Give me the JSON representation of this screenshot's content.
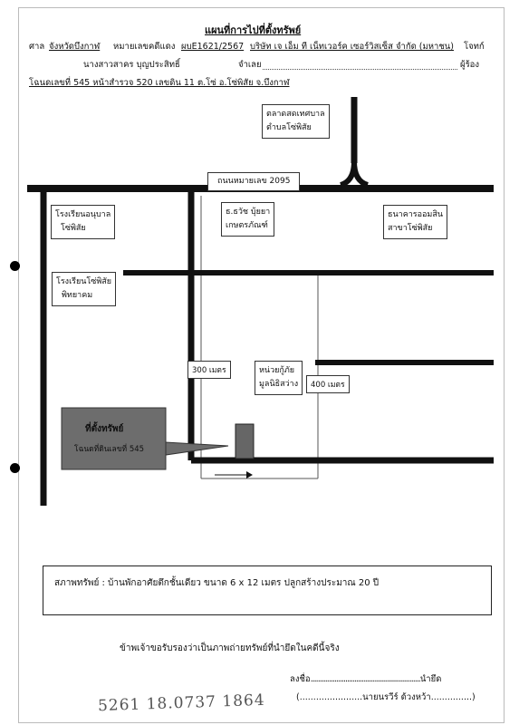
{
  "header": {
    "title": "แผนที่การไปที่ตั้งทรัพย์",
    "court_label": "ศาล",
    "court": "จังหวัดบึงกาฬ",
    "case_label": "หมายเลขคดีแดง",
    "case_no": "ผบE1621/2567",
    "plaintiff": "บริษัท เจ เอ็ม ที เน็ทเวอร์ค เซอร์วิสเซ็ส จำกัด (มหาชน)",
    "plaintiff_role": "โจทก์",
    "defendant": "นางสาวสาคร บุญประสิทธิ์",
    "defendant_role": "จำเลย",
    "requester_role": "ผู้ร้อง",
    "deed": "โฉนดเลขที่ 545 หน้าสำรวจ 520 เลขดิน 11 ต.โซ่ อ.โซ่พิสัย จ.บึงกาฬ"
  },
  "map": {
    "road_label": "ถนนหมายเลข 2095",
    "market": [
      "ตลาดสดเทศบาล",
      "ตำบลโซ่พิสัย"
    ],
    "kindergarten": [
      "โรงเรียนอนุบาล",
      "โซ่พิสัย"
    ],
    "bank_baac": [
      "ธ.ธวัช บุ้ยยา",
      "เกษตรภัณฑ์"
    ],
    "gsb": [
      "ธนาคารออมสิน",
      "สาขาโซ่พิสัย"
    ],
    "school": [
      "โรงเรียนโซ่พิสัย",
      "พิทยาคม"
    ],
    "rescue": [
      "หน่วยกู้ภัย",
      "มูลนิธิสว่าง"
    ],
    "dist_300": "300 เมตร",
    "dist_400": "400 เมตร",
    "property": [
      "ที่ตั้งทรัพย์",
      "โฉนดที่ดินเลขที่ 545"
    ]
  },
  "condition": "สภาพทรัพย์ : บ้านพักอาศัยตึกชั้นเดียว ขนาด 6 x 12 เมตร ปลูกสร้างประมาณ 20 ปี",
  "certify": "ข้าพเจ้าขอรับรองว่าเป็นภาพถ่ายทรัพย์ที่นำยึดในคดีนี้จริง",
  "signature": {
    "sign_label": "ลงชื่อ",
    "sign_dots": "............................................................",
    "sign_role": "นำยึด",
    "name_dots": "(.......................",
    "name": "นายนรวีร์ ด้วงหว้า",
    "name_close": "...............)"
  },
  "handwritten": "5261  18.0737 1864"
}
